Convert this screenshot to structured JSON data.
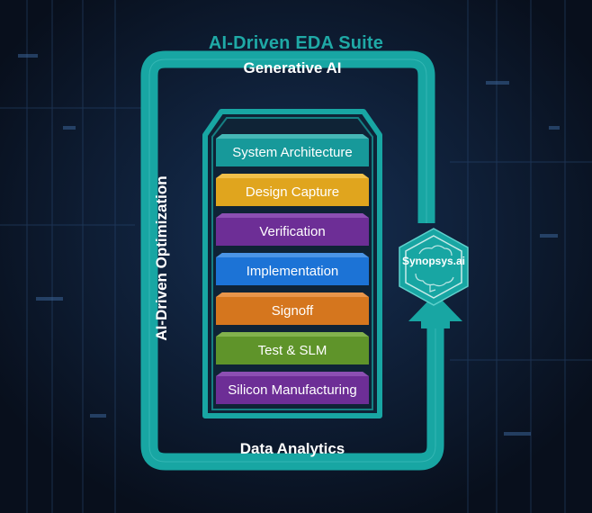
{
  "title": "AI-Driven EDA Suite",
  "frame": {
    "top_label": "Generative AI",
    "bottom_label": "Data Analytics",
    "left_label": "AI-Driven Optimization"
  },
  "hub": {
    "label": "Synopsys.ai",
    "icon": "brain-icon"
  },
  "stack": {
    "layers": [
      {
        "label": "System Architecture",
        "color": "#17999a",
        "top_color": "#46b7b6"
      },
      {
        "label": "Design Capture",
        "color": "#e0a51e",
        "top_color": "#f0c04a"
      },
      {
        "label": "Verification",
        "color": "#6d2e96",
        "top_color": "#8c4fb3"
      },
      {
        "label": "Implementation",
        "color": "#1c73d6",
        "top_color": "#4b95e6"
      },
      {
        "label": "Signoff",
        "color": "#d5761e",
        "top_color": "#e8954a"
      },
      {
        "label": "Test & SLM",
        "color": "#5f942a",
        "top_color": "#82b24d"
      },
      {
        "label": "Silicon Manufacturing",
        "color": "#6d2e96",
        "top_color": "#8c4fb3"
      }
    ]
  },
  "colors": {
    "accent": "#18a6a3",
    "background": "#0b1526"
  }
}
